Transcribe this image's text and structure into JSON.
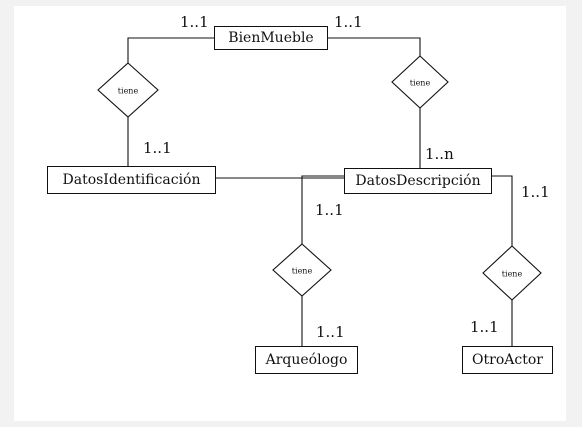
{
  "entities": {
    "bien_mueble": "BienMueble",
    "datos_identificacion": "DatosIdentificación",
    "datos_descripcion": "DatosDescripción",
    "arqueologo": "Arqueólogo",
    "otro_actor": "OtroActor"
  },
  "relationships": {
    "tiene_identificacion": "tiene",
    "tiene_descripcion": "tiene",
    "tiene_arqueologo": "tiene",
    "tiene_otro_actor": "tiene"
  },
  "cardinalities": {
    "bien_left": "1..1",
    "bien_right": "1..1",
    "identificacion_top": "1..1",
    "descripcion_top": "1..n",
    "descripcion_left_bottom": "1..1",
    "descripcion_right": "1..1",
    "arqueologo_top": "1..1",
    "otro_actor_top": "1..1"
  }
}
